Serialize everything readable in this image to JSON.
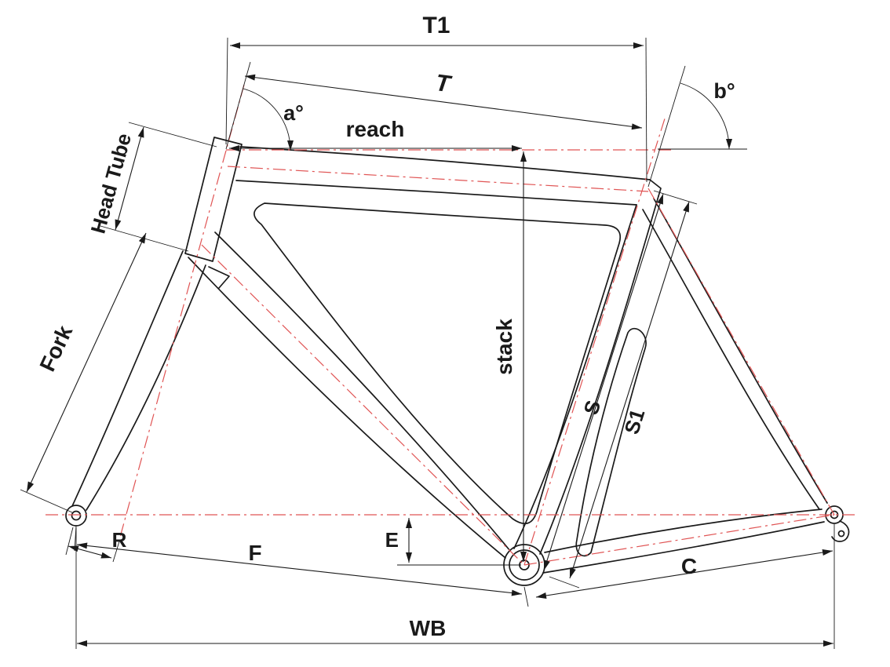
{
  "diagram": {
    "colors": {
      "outline": "#1a1a1a",
      "centerline": "#e05454"
    },
    "labels": {
      "t1": "T1",
      "t": "T",
      "angle_a": "a°",
      "angle_b": "b°",
      "reach": "reach",
      "head_tube": "Head Tube",
      "fork": "Fork",
      "stack": "stack",
      "s": "S",
      "s1": "S1",
      "r": "R",
      "e": "E",
      "f": "F",
      "c": "C",
      "wb": "WB"
    }
  }
}
